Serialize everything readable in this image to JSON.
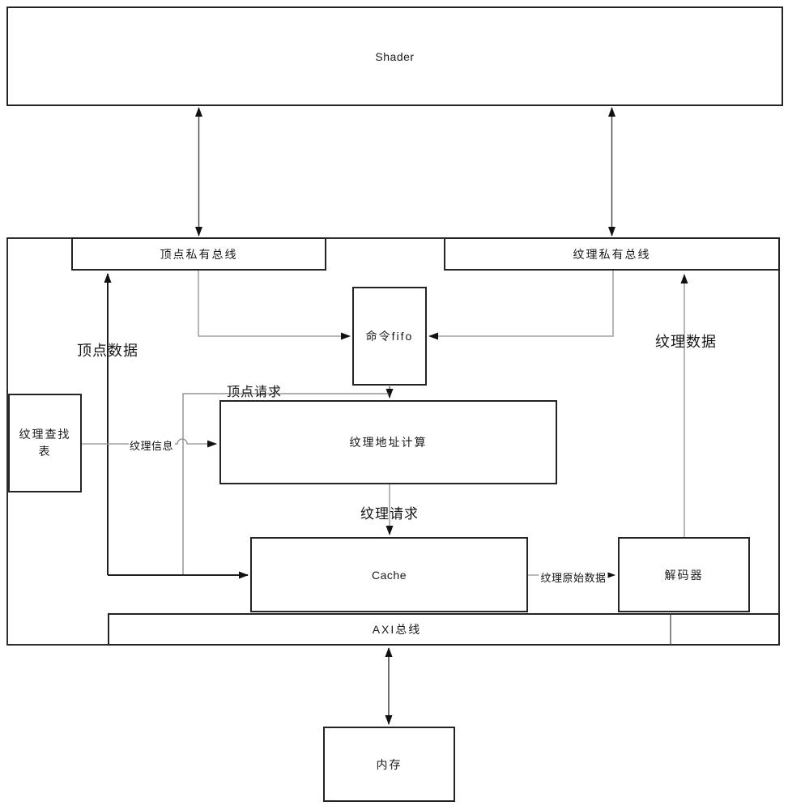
{
  "diagram": {
    "title_block": {
      "shader": "Shader"
    },
    "buses": {
      "vertex_private_bus": "顶点私有总线",
      "texture_private_bus": "纹理私有总线",
      "axi_bus": "AXI总线"
    },
    "blocks": {
      "command_fifo": "命令fifo",
      "texture_lookup_table_line1": "纹理查找",
      "texture_lookup_table_line2": "表",
      "texture_address_calc": "纹理地址计算",
      "cache": "Cache",
      "decoder": "解码器",
      "memory": "内存"
    },
    "edge_labels": {
      "vertex_data": "顶点数据",
      "vertex_request": "顶点请求",
      "texture_info": "纹理信息",
      "texture_request": "纹理请求",
      "texture_raw_data": "纹理原始数据",
      "texture_data": "纹理数据"
    },
    "colors": {
      "background": "#ffffff",
      "box_border": "#242424",
      "text": "#1a1a1a",
      "connector_gray": "#8f8f8f",
      "connector_dark": "#1f1f1f",
      "arrowhead": "#111111"
    }
  }
}
